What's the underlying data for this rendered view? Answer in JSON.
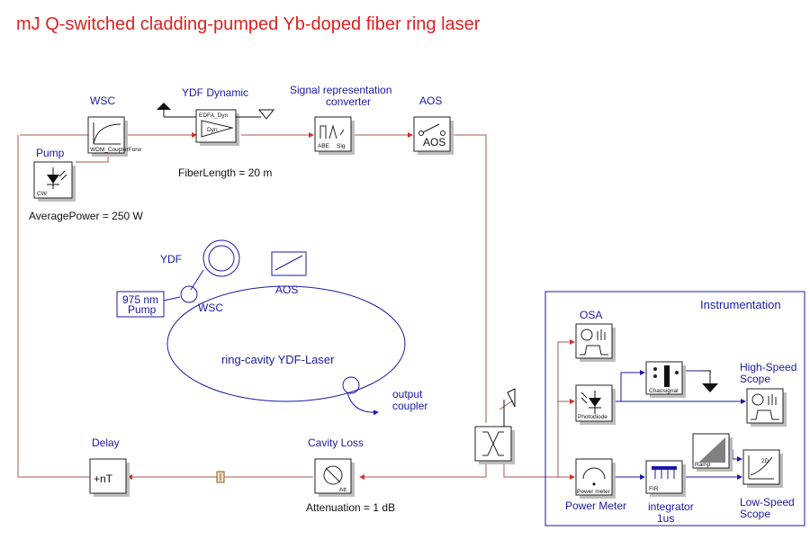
{
  "title": "mJ Q-switched cladding-pumped Yb-doped fiber ring laser",
  "components": {
    "wsc": {
      "label": "WSC",
      "inner": "WDM_CouplerForw"
    },
    "ydf": {
      "label": "YDF Dynamic",
      "inner_top": "EDFA_Dyn",
      "inner": "Dyn",
      "param": "FiberLength = 20 m"
    },
    "src": {
      "label_line1": "Signal representation",
      "label_line2": "converter",
      "inner_left": "ABE",
      "inner_right": "Sig"
    },
    "aos": {
      "label": "AOS",
      "inner": "AOS"
    },
    "pump": {
      "label": "Pump",
      "inner": "CW",
      "param": "AveragePower = 250 W"
    },
    "delay": {
      "label": "Delay",
      "inner": "+nT"
    },
    "loss": {
      "label": "Cavity Loss",
      "inner": "Att",
      "param": "Attenuation = 1 dB"
    }
  },
  "schematic": {
    "ydf": "YDF",
    "aos": "AOS",
    "pump_line1": "975 nm",
    "pump_line2": "Pump",
    "wsc": "WSC",
    "ring": "ring-cavity YDF-Laser",
    "output_line1": "output",
    "output_line2": "coupler"
  },
  "instrumentation": {
    "title": "Instrumentation",
    "osa": "OSA",
    "photodiode": "Photodiode",
    "chaos": "Chaosignal",
    "high_line1": "High-Speed",
    "high_line2": "Scope",
    "ramp": "Ramp",
    "power_inner": "Power meter",
    "power_label": "Power Meter",
    "fir_inner": "FIR",
    "integrator_line1": "integrator",
    "integrator_line2": "1us",
    "low_line1": "Low-Speed",
    "low_line2": "Scope",
    "plot2d": "2D"
  },
  "colors": {
    "title": "#e02020",
    "label": "#1a1aa6",
    "optical_wire": "#a65a4a",
    "electrical_wire": "#1a1aa6"
  }
}
